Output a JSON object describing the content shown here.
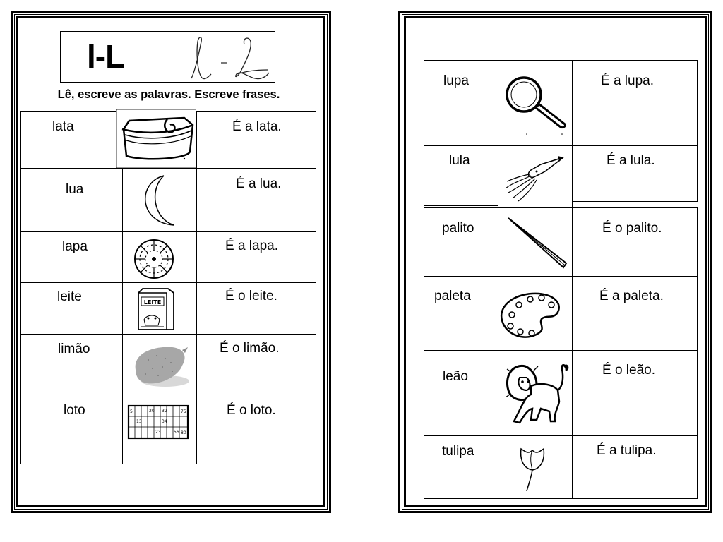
{
  "left": {
    "title": "l-L",
    "instruction": "Lê, escreve as palavras. Escreve frases.",
    "rows": [
      {
        "word": "lata",
        "sentence": "É a lata."
      },
      {
        "word": "lua",
        "sentence": "É a lua."
      },
      {
        "word": "lapa",
        "sentence": "É a lapa."
      },
      {
        "word": "leite",
        "sentence": "É o leite."
      },
      {
        "word": "limão",
        "sentence": "É o limão."
      },
      {
        "word": "loto",
        "sentence": "É o loto."
      }
    ],
    "milk_carton_label": "LEITE",
    "loto_card_numbers": [
      "5",
      "20",
      "32",
      "75",
      "13",
      "34",
      "23",
      "56",
      "80"
    ]
  },
  "right": {
    "rows": [
      {
        "word": "lupa",
        "sentence": "É a lupa."
      },
      {
        "word": "lula",
        "sentence": "É a lula."
      },
      {
        "word": "palito",
        "sentence": "É o palito."
      },
      {
        "word": "paleta",
        "sentence": "É a paleta."
      },
      {
        "word": "leão",
        "sentence": "É o leão."
      },
      {
        "word": "tulipa",
        "sentence": "É a tulipa."
      }
    ]
  }
}
